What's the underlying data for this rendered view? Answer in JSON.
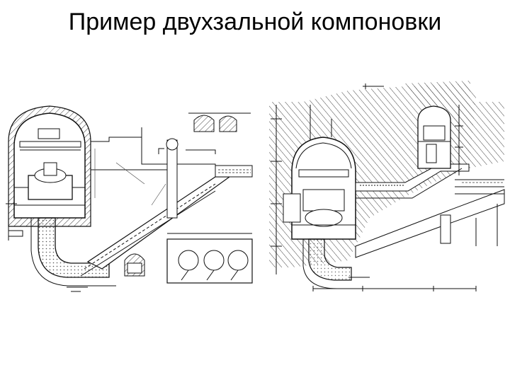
{
  "slide": {
    "title": "Пример двухзальной компоновки"
  },
  "drawings": {
    "left": {
      "icon": "hydro-plant-cross-section-drawing"
    },
    "right": {
      "icon": "hydro-plant-longitudinal-section-drawing"
    }
  }
}
